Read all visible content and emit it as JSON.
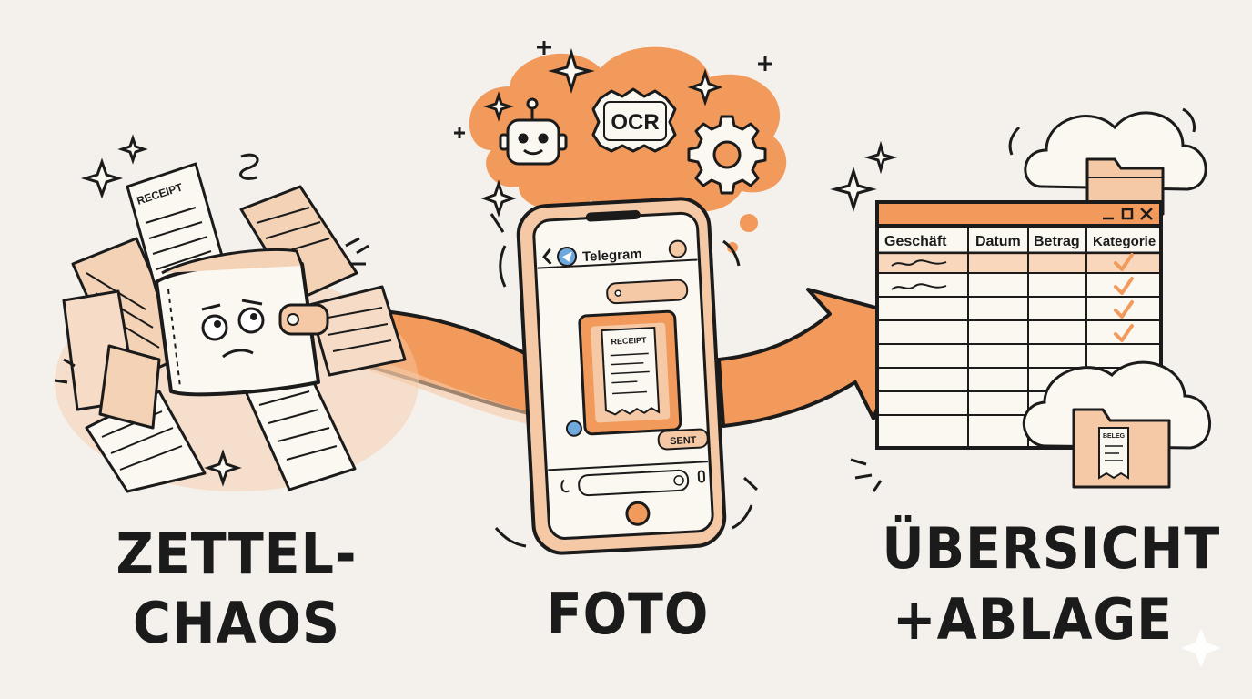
{
  "colors": {
    "background": "#f4f1ec",
    "accent": "#f29a5c",
    "accent_light": "#f6c9a6",
    "ink": "#1b1b1b",
    "paper": "#fbf7f1"
  },
  "sections": {
    "left": {
      "caption_line1": "ZETTEL-",
      "caption_line2": "CHAOS",
      "receipt_label": "RECEIPT",
      "icon": "wallet-icon"
    },
    "middle": {
      "caption": "FOTO",
      "cloud_badge": "OCR",
      "cloud_icons": [
        "robot-icon",
        "ocr-stamp-icon",
        "gear-icon"
      ],
      "phone": {
        "app_title": "Telegram",
        "receipt_label": "RECEIPT",
        "sent_label": "SENT"
      }
    },
    "right": {
      "caption_line1": "ÜBERSICHT",
      "caption_line2": "+ABLAGE",
      "table_headers": [
        "Geschäft",
        "Datum",
        "Betrag",
        "Kategorie"
      ],
      "folder_label": "BELEG",
      "checked_rows": 4,
      "row_count": 8,
      "icons": [
        "cloud-folder-icon",
        "cloud-folder-icon"
      ]
    }
  }
}
